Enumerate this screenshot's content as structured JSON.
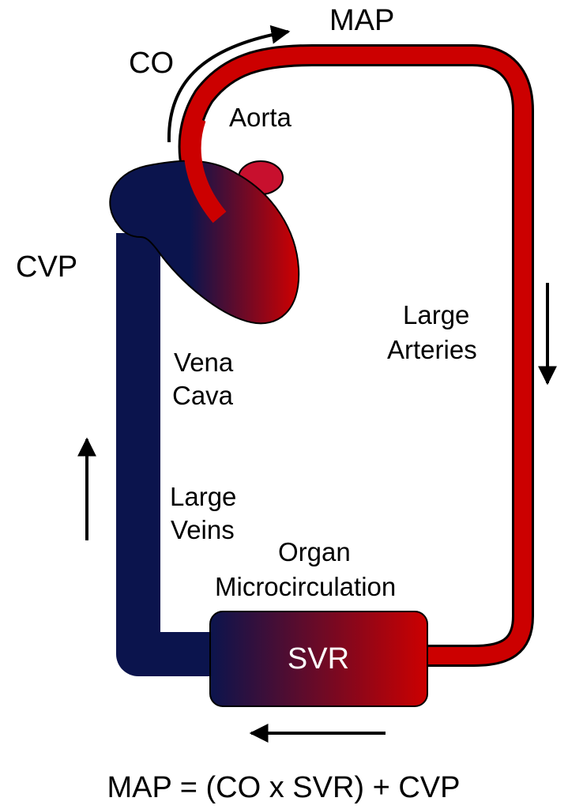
{
  "labels": {
    "map_top": "MAP",
    "co": "CO",
    "aorta": "Aorta",
    "cvp": "CVP",
    "large_arteries_line1": "Large",
    "large_arteries_line2": "Arteries",
    "vena_cava_line1": "Vena",
    "vena_cava_line2": "Cava",
    "large_veins_line1": "Large",
    "large_veins_line2": "Veins",
    "organ_micro_line1": "Organ",
    "organ_micro_line2": "Microcirculation",
    "svr": "SVR"
  },
  "equation": "MAP = (CO x SVR) + CVP",
  "colors": {
    "venous": "#0b144d",
    "arterial": "#cc0000",
    "outline": "#000000",
    "background": "#ffffff"
  }
}
